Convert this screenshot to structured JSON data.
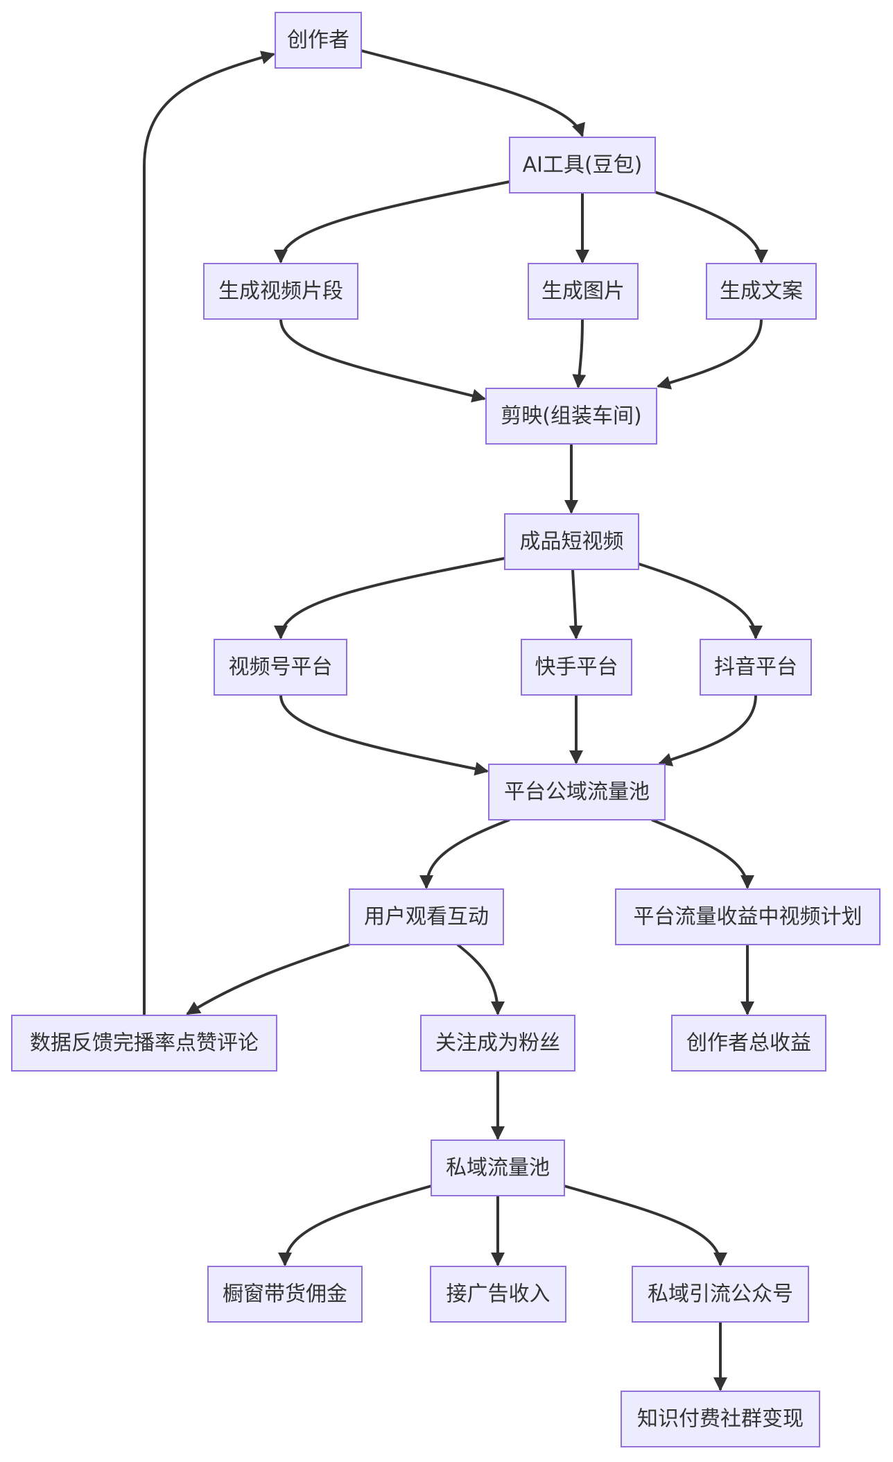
{
  "diagram": {
    "type": "flowchart",
    "colors": {
      "node_fill": "#ECECFF",
      "node_border": "#9370DB",
      "text": "#333333",
      "edge": "#333333",
      "background": "#FFFFFF"
    },
    "nodes": [
      {
        "id": "creator",
        "label": "创作者"
      },
      {
        "id": "ai_tool",
        "label": "AI工具(豆包)"
      },
      {
        "id": "gen_video",
        "label": "生成视频片段"
      },
      {
        "id": "gen_image",
        "label": "生成图片"
      },
      {
        "id": "gen_copy",
        "label": "生成文案"
      },
      {
        "id": "capcut",
        "label": "剪映(组装车间)"
      },
      {
        "id": "final_video",
        "label": "成品短视频"
      },
      {
        "id": "channels",
        "label": "视频号平台"
      },
      {
        "id": "kuaishou",
        "label": "快手平台"
      },
      {
        "id": "douyin",
        "label": "抖音平台"
      },
      {
        "id": "public_pool",
        "label": "平台公域流量池"
      },
      {
        "id": "user_interact",
        "label": "用户观看互动"
      },
      {
        "id": "platform_revenue",
        "label": "平台流量收益中视频计划"
      },
      {
        "id": "feedback",
        "label": "数据反馈完播率点赞评论"
      },
      {
        "id": "follow",
        "label": "关注成为粉丝"
      },
      {
        "id": "creator_income",
        "label": "创作者总收益"
      },
      {
        "id": "private_pool",
        "label": "私域流量池"
      },
      {
        "id": "showcase",
        "label": "橱窗带货佣金"
      },
      {
        "id": "ads",
        "label": "接广告收入"
      },
      {
        "id": "wechat_mp",
        "label": "私域引流公众号"
      },
      {
        "id": "paid_community",
        "label": "知识付费社群变现"
      }
    ],
    "edges": [
      {
        "from": "creator",
        "to": "ai_tool"
      },
      {
        "from": "ai_tool",
        "to": "gen_video"
      },
      {
        "from": "ai_tool",
        "to": "gen_image"
      },
      {
        "from": "ai_tool",
        "to": "gen_copy"
      },
      {
        "from": "gen_video",
        "to": "capcut"
      },
      {
        "from": "gen_image",
        "to": "capcut"
      },
      {
        "from": "gen_copy",
        "to": "capcut"
      },
      {
        "from": "capcut",
        "to": "final_video"
      },
      {
        "from": "final_video",
        "to": "channels"
      },
      {
        "from": "final_video",
        "to": "kuaishou"
      },
      {
        "from": "final_video",
        "to": "douyin"
      },
      {
        "from": "channels",
        "to": "public_pool"
      },
      {
        "from": "kuaishou",
        "to": "public_pool"
      },
      {
        "from": "douyin",
        "to": "public_pool"
      },
      {
        "from": "public_pool",
        "to": "user_interact"
      },
      {
        "from": "public_pool",
        "to": "platform_revenue"
      },
      {
        "from": "user_interact",
        "to": "feedback"
      },
      {
        "from": "user_interact",
        "to": "follow"
      },
      {
        "from": "platform_revenue",
        "to": "creator_income"
      },
      {
        "from": "feedback",
        "to": "creator"
      },
      {
        "from": "follow",
        "to": "private_pool"
      },
      {
        "from": "private_pool",
        "to": "showcase"
      },
      {
        "from": "private_pool",
        "to": "ads"
      },
      {
        "from": "private_pool",
        "to": "wechat_mp"
      },
      {
        "from": "wechat_mp",
        "to": "paid_community"
      }
    ]
  }
}
